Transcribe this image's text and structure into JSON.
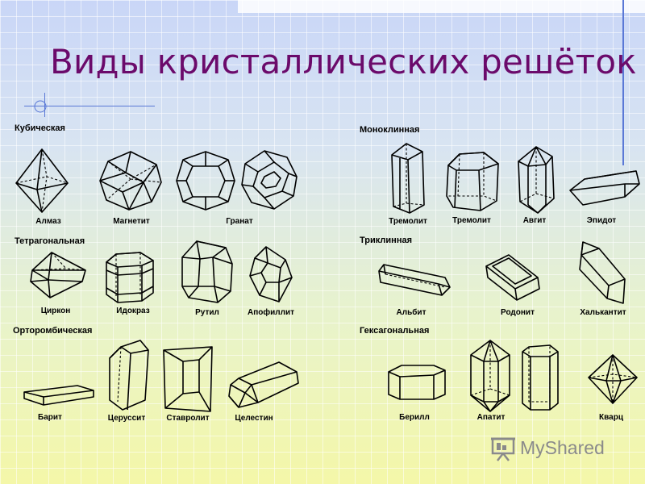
{
  "title": "Виды кристаллических решёток",
  "sections": {
    "cubic": "Кубическая",
    "tetragonal": "Тетрагональная",
    "orthorhombic": "Орторомбическая",
    "monoclinic": "Моноклинная",
    "triclinic": "Триклинная",
    "hexagonal": "Гексагональная"
  },
  "minerals": {
    "almaz": "Алмаз",
    "magnetit": "Магнетит",
    "granat": "Гранат",
    "tsirkon": "Циркон",
    "idokraz": "Идокраз",
    "rutil": "Рутил",
    "apofillit": "Апофиллит",
    "barit": "Барит",
    "tserussit": "Церуссит",
    "stavrolit": "Ставролит",
    "tselestin": "Целестин",
    "tremolit_1": "Тремолит",
    "tremolit_2": "Тремолит",
    "avgit": "Авгит",
    "epidot": "Эпидот",
    "albit": "Альбит",
    "rodonit": "Родонит",
    "khalkantit": "Халькантит",
    "berill": "Берилл",
    "apatit": "Апатит",
    "kvarts": "Кварц"
  },
  "watermark": "MyShared",
  "colors": {
    "title": "#6b0a6b",
    "deco_lines": "#5a78d6",
    "watermark": "#8a8a8a"
  }
}
